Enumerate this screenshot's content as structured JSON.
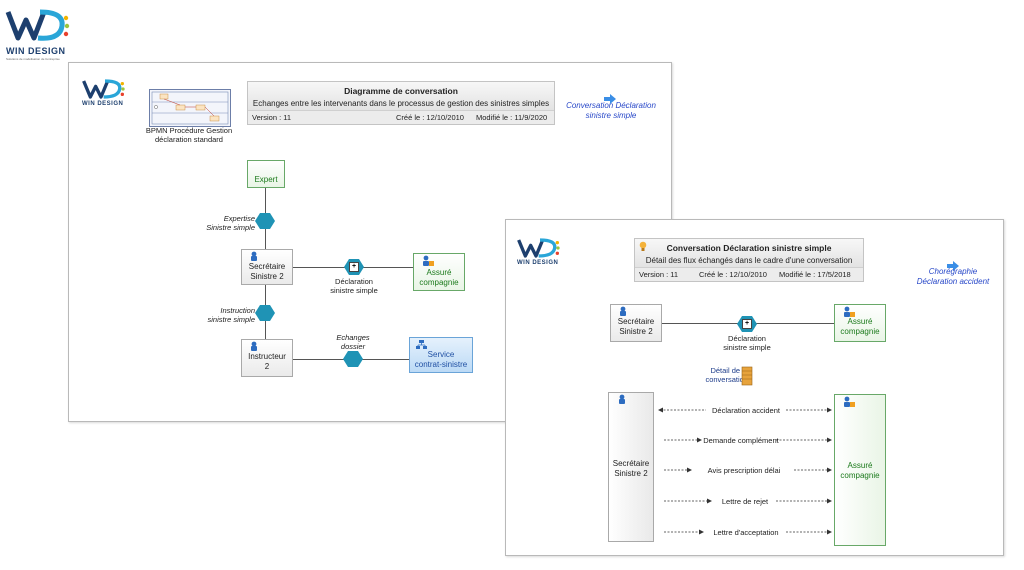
{
  "brand": {
    "logo_text": "WIN DESIGN",
    "logo_tagline": "Solutions de modélisation de l'entreprise"
  },
  "diagram1": {
    "title": "Diagramme de conversation",
    "subtitle": "Echanges entre les intervenants dans le processus de gestion des sinistres simples",
    "version": "Version : 11",
    "created": "Créé le : 12/10/2010",
    "modified": "Modifié le : 11/9/2020",
    "bpmn_label_1": "BPMN Procédure Gestion",
    "bpmn_label_2": "déclaration standard",
    "link_1": "Conversation Déclaration",
    "link_2": "sinistre simple",
    "expert": "Expert",
    "expertise_1": "Expertise",
    "expertise_2": "Sinistre simple",
    "secretaire_1": "Secrétaire",
    "secretaire_2": "Sinistre 2",
    "declaration_1": "Déclaration",
    "declaration_2": "sinistre simple",
    "assure_1": "Assuré",
    "assure_2": "compagnie",
    "instruction_1": "Instruction",
    "instruction_2": "sinistre simple",
    "instructeur_1": "Instructeur",
    "instructeur_2": "2",
    "echanges_1": "Echanges",
    "echanges_2": "dossier",
    "service_1": "Service",
    "service_2": "contrat-sinistre"
  },
  "diagram2": {
    "title": "Conversation Déclaration sinistre simple",
    "subtitle": "Détail des flux échangés dans le cadre d'une conversation",
    "version": "Version : 11",
    "created": "Créé le : 12/10/2010",
    "modified": "Modifié le : 17/5/2018",
    "link_1": "Chorégraphie",
    "link_2": "Déclaration accident",
    "secretaire_1": "Secrétaire",
    "secretaire_2": "Sinistre 2",
    "declaration_1": "Déclaration",
    "declaration_2": "sinistre simple",
    "assure_1": "Assuré",
    "assure_2": "compagnie",
    "detail_1": "Détail de la",
    "detail_2": "conversation",
    "flows": [
      "Déclaration accident",
      "Demande complément",
      "Avis prescription délai",
      "Lettre de rejet",
      "Lettre d'acceptation"
    ]
  },
  "colors": {
    "hexagon": "#1f93b5",
    "link": "#2747c8",
    "green_text": "#1b7a1b",
    "blue_box": "#bcdaf6"
  }
}
